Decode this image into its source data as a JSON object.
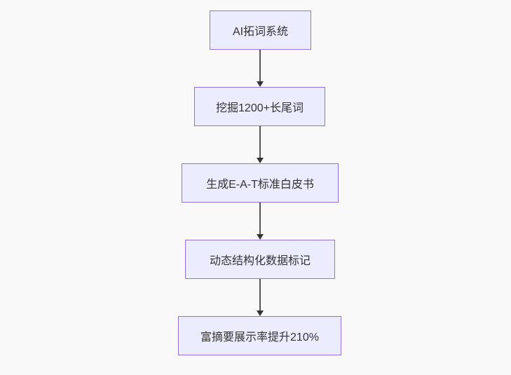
{
  "diagram": {
    "type": "flowchart",
    "direction": "top-down",
    "nodes": [
      {
        "id": "n1",
        "label": "AI拓词系统"
      },
      {
        "id": "n2",
        "label": "挖掘1200+长尾词"
      },
      {
        "id": "n3",
        "label": "生成E-A-T标准白皮书"
      },
      {
        "id": "n4",
        "label": "动态结构化数据标记"
      },
      {
        "id": "n5",
        "label": "富摘要展示率提升210%"
      }
    ],
    "edges": [
      {
        "from": "n1",
        "to": "n2"
      },
      {
        "from": "n2",
        "to": "n3"
      },
      {
        "from": "n3",
        "to": "n4"
      },
      {
        "from": "n4",
        "to": "n5"
      }
    ]
  },
  "colors": {
    "background": "#f9f9f9",
    "node_fill": "#ececff",
    "node_border": "#9370db",
    "node_text": "#333333",
    "arrow_line": "#555555",
    "arrow_head": "#333333"
  }
}
